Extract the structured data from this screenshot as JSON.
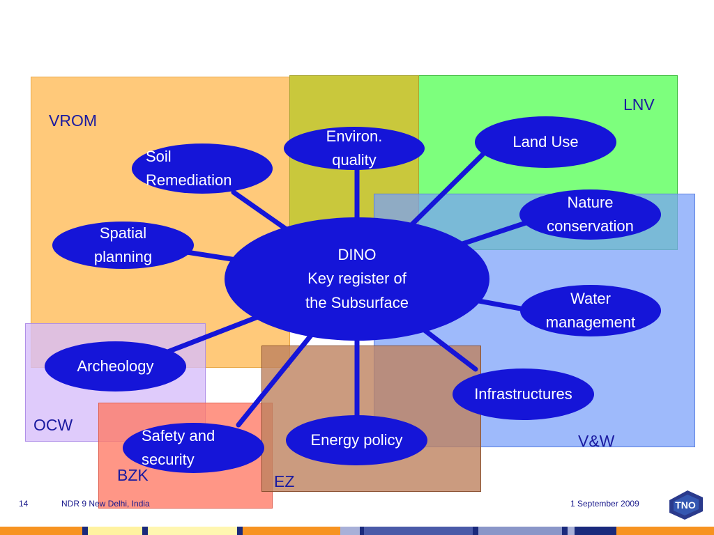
{
  "regions": {
    "vrom": "VROM",
    "lnv": "LNV",
    "vw": "V&W",
    "ocw": "OCW",
    "bzk": "BZK",
    "ez": "EZ"
  },
  "center": {
    "text": "DINO\nKey register of\nthe Subsurface"
  },
  "nodes": {
    "soil": "Soil\nRemediation",
    "environ": "Environ.\nquality",
    "landuse": "Land Use",
    "spatial": "Spatial\nplanning",
    "nature": "Nature\nconservation",
    "water": "Water\nmanagement",
    "archeology": "Archeology",
    "infrastructures": "Infrastructures",
    "safety": "Safety and\nsecurity",
    "energy": "Energy policy"
  },
  "footer": {
    "page_number": "14",
    "event": "NDR 9 New Delhi, India",
    "date": "1 September 2009",
    "logo_text": "TNO"
  },
  "colors": {
    "vrom": "#ffc97a",
    "lnv": "#80ff80",
    "vw": "#9ab8fb",
    "ocw": "#e0c8fa",
    "bzk": "#ff9a86",
    "ez": "#cc9a7e",
    "node": "#1515d8",
    "link": "#1515d8"
  }
}
